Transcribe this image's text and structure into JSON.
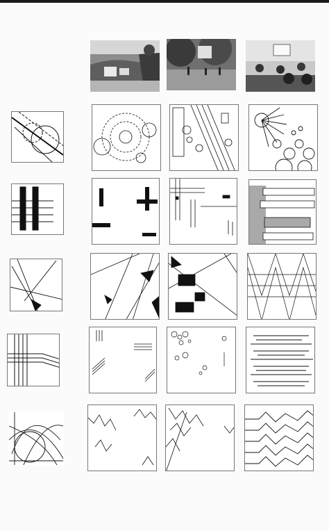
{
  "document": {
    "photo_row": [
      {
        "name": "photo-park-steps",
        "scene": "outdoor-steps"
      },
      {
        "name": "photo-trees-plaza",
        "scene": "trees-plaza"
      },
      {
        "name": "photo-classroom",
        "scene": "classroom"
      }
    ],
    "diagram_rows": [
      {
        "row": "circles"
      },
      {
        "row": "rectangles"
      },
      {
        "row": "triangles"
      },
      {
        "row": "parallel-lines"
      },
      {
        "row": "zigzags"
      }
    ],
    "colors": {
      "ink": "#111111",
      "frame": "#777777",
      "shade": "#a9a9a9"
    }
  }
}
